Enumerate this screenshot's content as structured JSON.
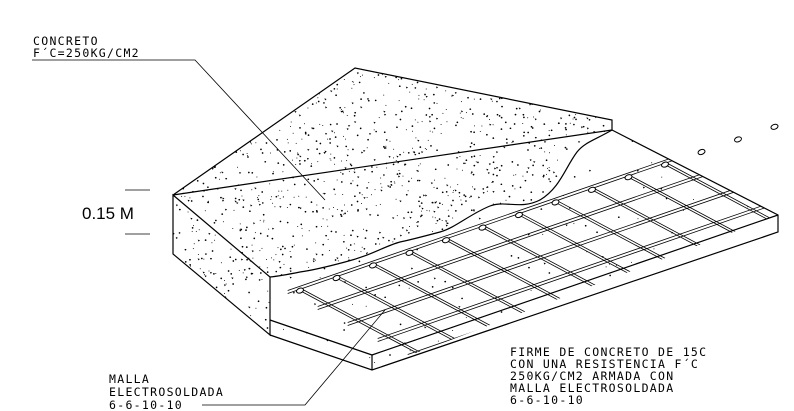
{
  "labels": {
    "concrete_line1": "CONCRETO",
    "concrete_line2": "F´C=250KG/CM2",
    "thickness": "0.15 M",
    "mesh_line1": "MALLA",
    "mesh_line2": "ELECTROSOLDADA",
    "mesh_line3": "6-6-10-10",
    "note_line1": "FIRME DE CONCRETO DE 15C",
    "note_line2": "CON UNA RESISTENCIA F´C",
    "note_line3": "250KG/CM2 ARMADA CON",
    "note_line4": "MALLA ELECTROSOLDADA",
    "note_line5": "6-6-10-10"
  }
}
